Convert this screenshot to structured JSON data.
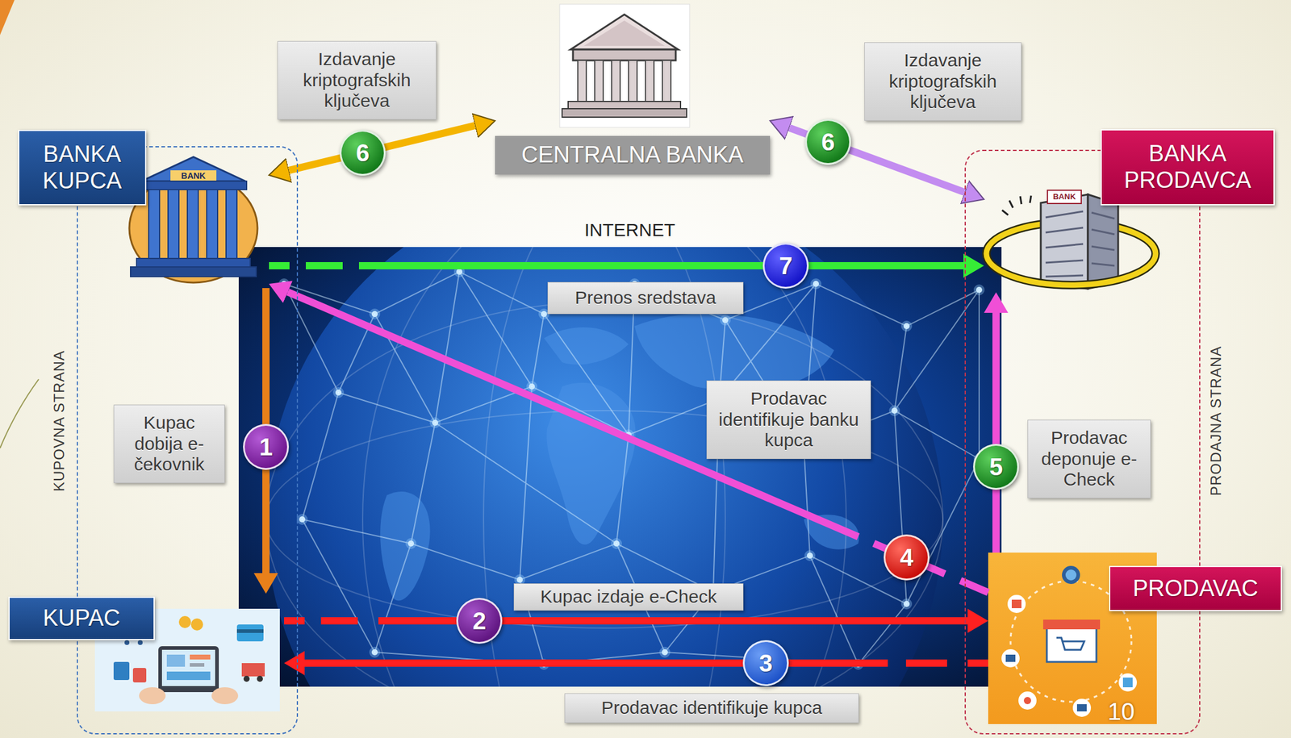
{
  "diagram": {
    "nodes": [
      {
        "text": [
          "CENTRALNA BANKA"
        ]
      },
      {
        "text": [
          "KUPOVNA STRANA"
        ]
      },
      {
        "text": [
          "BANKA KUPCA"
        ],
        "in": 1
      },
      {
        "text": [
          "KUPAC"
        ],
        "in": 1
      },
      {
        "text": [
          "PRODAJNA STRANA"
        ]
      },
      {
        "text": [
          "BANKA PRODAVCA"
        ],
        "in": 4
      },
      {
        "text": [
          "PRODAVAC"
        ],
        "in": 4
      }
    ],
    "edges": [
      {
        "from": 2,
        "to": 3,
        "arrow": "to",
        "label": "Kupac dobija e-čekovnik"
      },
      {
        "from": 3,
        "to": 6,
        "arrow": "to",
        "label": "Kupac izdaje e-Check"
      },
      {
        "from": 6,
        "to": 3,
        "arrow": "to",
        "label": "Prodavac identifikuje kupca"
      },
      {
        "from": 6,
        "to": 2,
        "arrow": "to",
        "label": "Prodavac identifikuje banku kupca"
      },
      {
        "from": 6,
        "to": 5,
        "arrow": "to",
        "label": "Prodavac deponuje e-Check"
      },
      {
        "from": 0,
        "to": 2,
        "arrow": "both",
        "label": "Izdavanje kriptografskih ključeva"
      },
      {
        "from": 0,
        "to": 5,
        "arrow": "both",
        "label": "Izdavanje kriptografskih ključeva"
      },
      {
        "from": 2,
        "to": 5,
        "arrow": "to",
        "label": "Prenos sredstava"
      }
    ],
    "labels": [
      "INTERNET",
      "1",
      "2",
      "3",
      "4",
      "5",
      "6",
      "6",
      "7",
      "BANK",
      "BANK",
      "10"
    ]
  }
}
